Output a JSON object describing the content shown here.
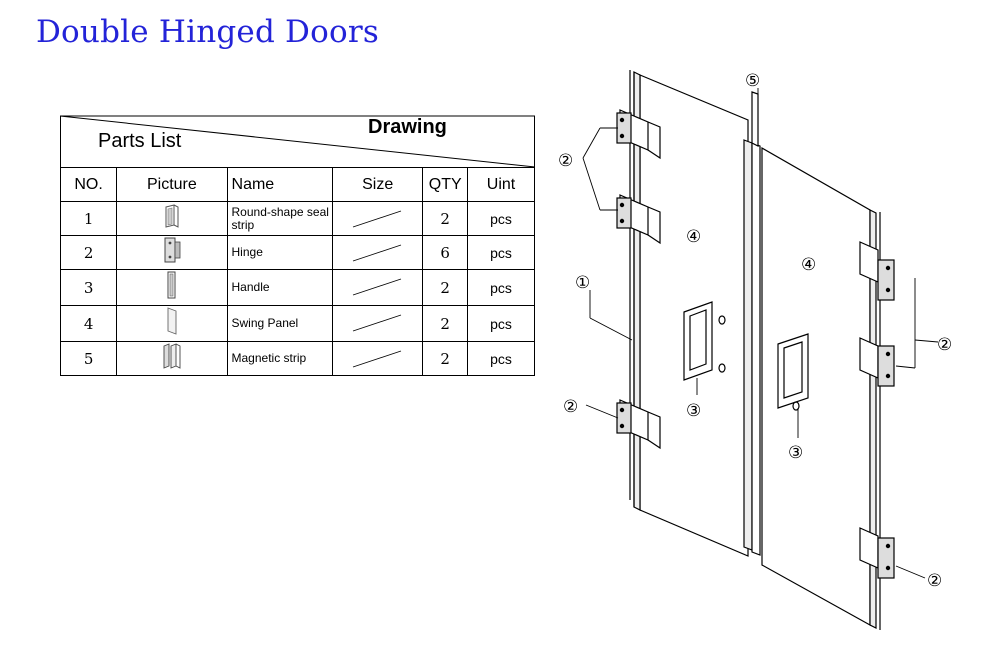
{
  "title": "Double Hinged Doors",
  "parts_list": {
    "label_left": "Parts List",
    "label_right": "Drawing",
    "columns": [
      "NO.",
      "Picture",
      "Name",
      "Size",
      "QTY",
      "Uint"
    ],
    "rows": [
      {
        "no": "1",
        "picture": "seal-strip-icon",
        "name": "Round-shape seal strip",
        "qty": "2",
        "unit": "pcs"
      },
      {
        "no": "2",
        "picture": "hinge-icon",
        "name": "Hinge",
        "qty": "6",
        "unit": "pcs"
      },
      {
        "no": "3",
        "picture": "handle-icon",
        "name": "Handle",
        "qty": "2",
        "unit": "pcs"
      },
      {
        "no": "4",
        "picture": "swing-panel-icon",
        "name": "Swing Panel",
        "qty": "2",
        "unit": "pcs"
      },
      {
        "no": "5",
        "picture": "magnetic-strip-icon",
        "name": "Magnetic strip",
        "qty": "2",
        "unit": "pcs"
      }
    ]
  },
  "callouts": {
    "c1": "①",
    "c2": "②",
    "c3": "③",
    "c4": "④",
    "c5": "⑤"
  }
}
